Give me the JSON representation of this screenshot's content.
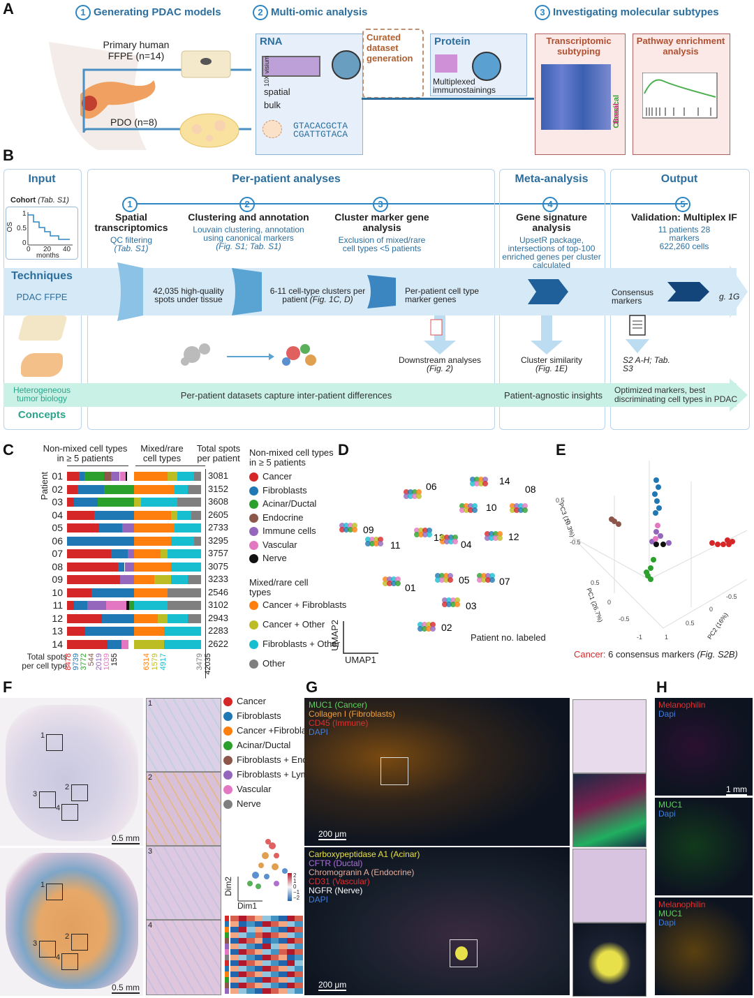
{
  "panel_letters": {
    "a": "A",
    "b": "B",
    "c": "C",
    "d": "D",
    "e": "E",
    "f": "F",
    "g": "G",
    "h": "H"
  },
  "panel_a": {
    "step1": {
      "num": "1",
      "label": "Generating PDAC models"
    },
    "step2": {
      "num": "2",
      "label": "Multi-omic analysis"
    },
    "step3": {
      "num": "3",
      "label": "Investigating molecular subtypes"
    },
    "primary": "Primary human FFPE (n=14)",
    "pdo": "PDO (n=8)",
    "rna": "RNA",
    "tenx": "10X visium",
    "curated": "Curated dataset generation",
    "protein": "Protein",
    "multiplexed": "Multiplexed immunostainings",
    "spatial": "spatial",
    "bulk": "bulk",
    "seq1": "GTACACGCTA",
    "seq2": "CGATTGTACA",
    "transcriptomic": "Transcriptomic subtyping",
    "pathway": "Pathway enrichment analysis",
    "classical": "Classical",
    "basal": "Basal"
  },
  "panel_b": {
    "input": "Input",
    "per_patient": "Per-patient analyses",
    "meta": "Meta-analysis",
    "output": "Output",
    "cohort": "Cohort",
    "cohort_ref": "(Tab. S1)",
    "os": "OS",
    "km_y1": "1",
    "km_y05": "0.5",
    "km_y0": "0",
    "km_x": [
      "0",
      "20",
      "40"
    ],
    "months": "months",
    "techniques": "Techniques",
    "pdac_ffpe": "PDAC FFPE",
    "heterogeneous": "Heterogeneous tumor biology",
    "concepts": "Concepts",
    "steps": [
      {
        "num": "1",
        "title": "Spatial transcriptomics",
        "desc": "QC filtering",
        "ref": "(Tab. S1)"
      },
      {
        "num": "2",
        "title": "Clustering and annotation",
        "desc": "Louvain clustering, annotation using canonical markers",
        "ref": "(Fig. S1; Tab. S1)"
      },
      {
        "num": "3",
        "title": "Cluster marker gene analysis",
        "desc": "Exclusion of mixed/rare cell types <5 patients",
        "ref": ""
      },
      {
        "num": "4",
        "title": "Gene signature analysis",
        "desc": "UpsetR package, intersections of top-100 enriched genes per cluster calculated",
        "ref": ""
      },
      {
        "num": "5",
        "title": "Validation: Multiplex IF",
        "desc": "11 patients 28 markers 622,260 cells",
        "ref": ""
      }
    ],
    "spots": "42,035 high-quality spots under tissue",
    "clusters": "6-11 cell-type clusters per patient",
    "clusters_ref": "(Fig. 1C, D)",
    "markers": "Per-patient cell type marker genes",
    "consensus": "Consensus markers",
    "fig1g": "g. 1G",
    "downstream": "Downstream analyses",
    "downstream_ref": "(Fig. 2)",
    "similarity": "Cluster similarity",
    "similarity_ref": "(Fig. 1E)",
    "s2": "S2 A-H; Tab. S3",
    "per_patient_datasets": "Per-patient datasets capture inter-patient differences",
    "agnostic": "Patient-agnostic insights",
    "optimized": "Optimized markers, best discriminating cell types in PDAC"
  },
  "panel_c": {
    "h1": "Non-mixed cell types in ≥ 5 patients",
    "h2": "Mixed/rare cell types",
    "h3": "Total spots per patient",
    "patient": "Patient",
    "legend1_title": "Non-mixed cell types in ≥ 5 patients",
    "legend1": [
      {
        "name": "Cancer",
        "color": "#d62728"
      },
      {
        "name": "Fibroblasts",
        "color": "#1f77b4"
      },
      {
        "name": "Acinar/Ductal",
        "color": "#2ca02c"
      },
      {
        "name": "Endocrine",
        "color": "#8c564b"
      },
      {
        "name": "Immune cells",
        "color": "#9467bd"
      },
      {
        "name": "Vascular",
        "color": "#e377c2"
      },
      {
        "name": "Nerve",
        "color": "#111111"
      }
    ],
    "legend2_title": "Mixed/rare cell types",
    "legend2": [
      {
        "name": "Cancer + Fibroblasts",
        "color": "#ff7f0e"
      },
      {
        "name": "Cancer + Other",
        "color": "#bcbd22"
      },
      {
        "name": "Fibroblasts + Other",
        "color": "#17becf"
      },
      {
        "name": "Other",
        "color": "#7f7f7f"
      }
    ],
    "total_label": "Total spots per cell type",
    "totals": [
      {
        "v": "8478",
        "c": "#d62728"
      },
      {
        "v": "9739",
        "c": "#1f77b4"
      },
      {
        "v": "3772",
        "c": "#2ca02c"
      },
      {
        "v": "544",
        "c": "#8c564b"
      },
      {
        "v": "2019",
        "c": "#9467bd"
      },
      {
        "v": "1039",
        "c": "#e377c2"
      },
      {
        "v": "155",
        "c": "#111111"
      },
      {
        "v": "6314",
        "c": "#ff7f0e"
      },
      {
        "v": "1579",
        "c": "#bcbd22"
      },
      {
        "v": "4917",
        "c": "#17becf"
      },
      {
        "v": "3479",
        "c": "#7f7f7f"
      },
      {
        "v": "42035",
        "c": "#111111"
      }
    ]
  },
  "chart_data": {
    "type": "bar",
    "categories": [
      "01",
      "02",
      "03",
      "04",
      "05",
      "06",
      "07",
      "08",
      "09",
      "10",
      "11",
      "12",
      "13",
      "14"
    ],
    "ylabel": "Patient",
    "total_spots": [
      3081,
      3152,
      3608,
      2605,
      2733,
      3295,
      3757,
      3075,
      3233,
      2546,
      3102,
      2943,
      2283,
      2622
    ],
    "colors": {
      "Cancer": "#d62728",
      "Fibroblasts": "#1f77b4",
      "Acinar/Ductal": "#2ca02c",
      "Endocrine": "#8c564b",
      "Immune cells": "#9467bd",
      "Vascular": "#e377c2",
      "Nerve": "#111111",
      "Cancer + Fibroblasts": "#ff7f0e",
      "Cancer + Other": "#bcbd22",
      "Fibroblasts + Other": "#17becf",
      "Other": "#7f7f7f"
    },
    "nonmixed_fractions": [
      [
        [
          "Cancer",
          0.2
        ],
        [
          "Fibroblasts",
          0.09
        ],
        [
          "Acinar/Ductal",
          0.33
        ],
        [
          "Endocrine",
          0.12
        ],
        [
          "Immune cells",
          0.14
        ],
        [
          "Vascular",
          0.1
        ],
        [
          "Nerve",
          0.02
        ]
      ],
      [
        [
          "Cancer",
          0.16
        ],
        [
          "Fibroblasts",
          0.39
        ],
        [
          "Acinar/Ductal",
          0.45
        ]
      ],
      [
        [
          "Cancer",
          0.09
        ],
        [
          "Fibroblasts",
          0.31
        ],
        [
          "Acinar/Ductal",
          0.58
        ],
        [
          "Endocrine",
          0.02
        ]
      ],
      [
        [
          "Cancer",
          0.35
        ],
        [
          "Fibroblasts",
          0.65
        ]
      ],
      [
        [
          "Cancer",
          0.42
        ],
        [
          "Fibroblasts",
          0.3
        ],
        [
          "Immune cells",
          0.21
        ],
        [
          "Vascular",
          0.07
        ]
      ],
      [
        [
          "Fibroblasts",
          0.9
        ],
        [
          "Acinar/Ductal",
          0.08
        ],
        [
          "Vascular",
          0.02
        ]
      ],
      [
        [
          "Cancer",
          0.57
        ],
        [
          "Fibroblasts",
          0.22
        ],
        [
          "Immune cells",
          0.11
        ],
        [
          "Vascular",
          0.1
        ]
      ],
      [
        [
          "Cancer",
          0.66
        ],
        [
          "Fibroblasts",
          0.09
        ],
        [
          "Immune cells",
          0.21
        ],
        [
          "Vascular",
          0.04
        ]
      ],
      [
        [
          "Cancer",
          0.79
        ],
        [
          "Immune cells",
          0.21
        ]
      ],
      [
        [
          "Cancer",
          0.32
        ],
        [
          "Fibroblasts",
          0.68
        ]
      ],
      [
        [
          "Cancer",
          0.1
        ],
        [
          "Fibroblasts",
          0.18
        ],
        [
          "Immune cells",
          0.26
        ],
        [
          "Vascular",
          0.28
        ],
        [
          "Nerve",
          0.04
        ],
        [
          "Acinar/Ductal",
          0.14
        ]
      ],
      [
        [
          "Cancer",
          0.45
        ],
        [
          "Fibroblasts",
          0.55
        ]
      ],
      [
        [
          "Cancer",
          0.24
        ],
        [
          "Fibroblasts",
          0.76
        ]
      ],
      [
        [
          "Cancer",
          0.66
        ],
        [
          "Fibroblasts",
          0.23
        ],
        [
          "Vascular",
          0.11
        ]
      ]
    ],
    "nonmixed_share": [
      0.78,
      0.88,
      1.0,
      1.0,
      1.0,
      1.0,
      1.0,
      1.0,
      0.88,
      1.0,
      0.94,
      1.0,
      1.0,
      0.8
    ],
    "mixed_fractions": [
      [
        [
          "Cancer + Fibroblasts",
          0.5
        ],
        [
          "Cancer + Other",
          0.15
        ],
        [
          "Fibroblasts + Other",
          0.25
        ],
        [
          "Other",
          0.1
        ]
      ],
      [
        [
          "Cancer + Fibroblasts",
          0.6
        ],
        [
          "Fibroblasts + Other",
          0.2
        ],
        [
          "Other",
          0.2
        ]
      ],
      [
        [
          "Cancer + Other",
          0.1
        ],
        [
          "Fibroblasts + Other",
          0.55
        ],
        [
          "Other",
          0.35
        ]
      ],
      [
        [
          "Cancer + Fibroblasts",
          0.55
        ],
        [
          "Cancer + Other",
          0.1
        ],
        [
          "Fibroblasts + Other",
          0.2
        ],
        [
          "Other",
          0.15
        ]
      ],
      [
        [
          "Cancer + Fibroblasts",
          0.6
        ],
        [
          "Fibroblasts + Other",
          0.4
        ]
      ],
      [
        [
          "Cancer + Fibroblasts",
          0.55
        ],
        [
          "Fibroblasts + Other",
          0.35
        ],
        [
          "Other",
          0.1
        ]
      ],
      [
        [
          "Cancer + Fibroblasts",
          0.4
        ],
        [
          "Cancer + Other",
          0.1
        ],
        [
          "Fibroblasts + Other",
          0.5
        ]
      ],
      [
        [
          "Cancer + Fibroblasts",
          0.55
        ],
        [
          "Immune cells",
          0.0
        ],
        [
          "Fibroblasts + Other",
          0.45
        ]
      ],
      [
        [
          "Cancer + Fibroblasts",
          0.3
        ],
        [
          "Cancer + Other",
          0.25
        ],
        [
          "Fibroblasts + Other",
          0.25
        ],
        [
          "Other",
          0.2
        ]
      ],
      [
        [
          "Cancer + Fibroblasts",
          0.5
        ],
        [
          "Other",
          0.5
        ]
      ],
      [
        [
          "Fibroblasts + Other",
          0.5
        ],
        [
          "Other",
          0.5
        ]
      ],
      [
        [
          "Cancer + Fibroblasts",
          0.35
        ],
        [
          "Cancer + Other",
          0.15
        ],
        [
          "Fibroblasts + Other",
          0.3
        ],
        [
          "Other",
          0.2
        ]
      ],
      [
        [
          "Cancer + Fibroblasts",
          0.45
        ],
        [
          "Fibroblasts + Other",
          0.55
        ]
      ],
      [
        [
          "Cancer + Other",
          0.45
        ],
        [
          "Fibroblasts + Other",
          0.55
        ]
      ]
    ]
  },
  "panel_d": {
    "labels": [
      "06",
      "14",
      "10",
      "08",
      "09",
      "11",
      "13",
      "04",
      "12",
      "05",
      "07",
      "01",
      "03",
      "02"
    ],
    "x_axis": "UMAP1",
    "y_axis": "UMAP2",
    "note": "Patient no. labeled"
  },
  "panel_e": {
    "pc1": "PC1 (26.7%)",
    "pc2": "PC2 (16%)",
    "pc3": "PC3 (10.3%)",
    "caption_colored": "Cancer:",
    "caption_rest": " 6 consensus markers",
    "caption_ref": "(Fig. S2B)",
    "ticks": [
      "0.5",
      "0",
      "-0.5",
      "0.5",
      "0",
      "-0.5",
      "-1",
      "1",
      "0.5",
      "0",
      "-0.5"
    ]
  },
  "panel_f": {
    "legend": [
      {
        "name": "Cancer",
        "color": "#d62728"
      },
      {
        "name": "Fibroblasts",
        "color": "#1f77b4"
      },
      {
        "name": "Cancer +Fibroblasts",
        "color": "#ff7f0e"
      },
      {
        "name": "Acinar/Ductal",
        "color": "#2ca02c"
      },
      {
        "name": "Fibroblasts + Endocrine",
        "color": "#8c564b"
      },
      {
        "name": "Fibroblasts + Lymphocytes",
        "color": "#9467bd"
      },
      {
        "name": "Vascular",
        "color": "#e377c2"
      },
      {
        "name": "Nerve",
        "color": "#7f7f7f"
      }
    ],
    "scale": "0.5 mm",
    "boxes": [
      "1",
      "2",
      "3",
      "4"
    ],
    "dim1": "Dim1",
    "dim2": "Dim2",
    "cb": [
      "2",
      "1",
      "0",
      "−1",
      "−2"
    ]
  },
  "panel_g": {
    "top_labels": [
      {
        "t": "MUC1 (Cancer)",
        "c": "#5fd35f"
      },
      {
        "t": "Collagen I (Fibroblasts)",
        "c": "#f0a040"
      },
      {
        "t": "CD45 (Immune)",
        "c": "#e0302f"
      },
      {
        "t": "DAPI",
        "c": "#3f7fe0"
      }
    ],
    "bottom_labels": [
      {
        "t": "Carboxypeptidase A1 (Acinar)",
        "c": "#e8e04a"
      },
      {
        "t": "CFTR (Ductal)",
        "c": "#b070e0"
      },
      {
        "t": "Chromogranin A (Endocrine)",
        "c": "#e8b0a0"
      },
      {
        "t": "CD31 (Vascular)",
        "c": "#e0302f"
      },
      {
        "t": "NGFR (Nerve)",
        "c": "#ffffff"
      },
      {
        "t": "DAPI",
        "c": "#3f7fe0"
      }
    ],
    "scale": "200 μm"
  },
  "panel_h": {
    "p1": [
      {
        "t": "Melanophilin",
        "c": "#e0302f"
      },
      {
        "t": "Dapi",
        "c": "#3f7fe0"
      }
    ],
    "p2": [
      {
        "t": "MUC1",
        "c": "#5fd35f"
      },
      {
        "t": "Dapi",
        "c": "#3f7fe0"
      }
    ],
    "p3": [
      {
        "t": "Melanophilin",
        "c": "#e0302f"
      },
      {
        "t": "MUC1",
        "c": "#5fd35f"
      },
      {
        "t": "Dapi",
        "c": "#3f7fe0"
      }
    ],
    "scale": "1 mm"
  }
}
